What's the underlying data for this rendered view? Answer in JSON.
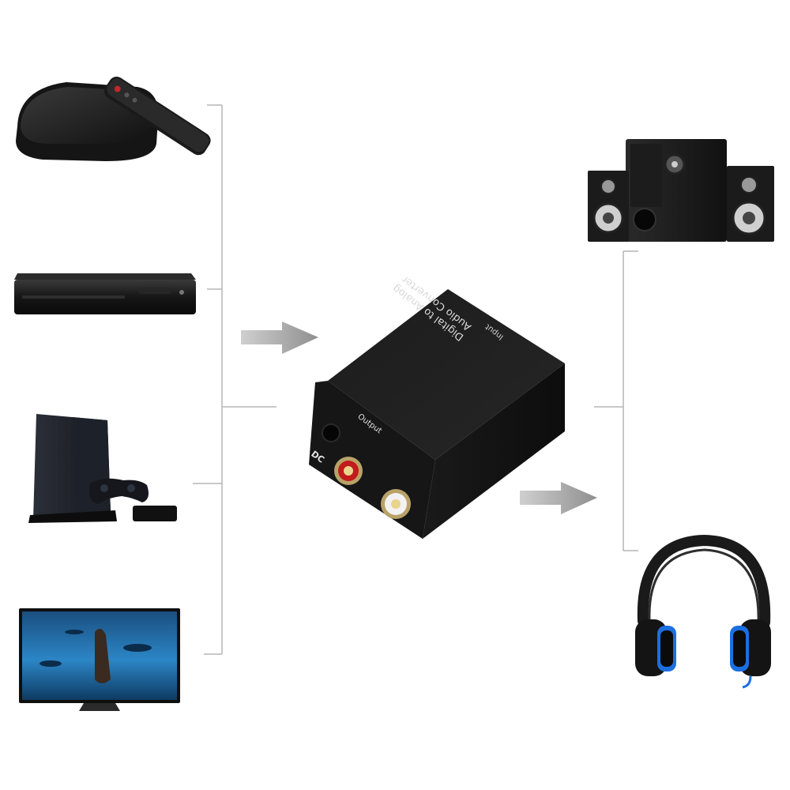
{
  "converter": {
    "title_line1": "Digital to Analog",
    "title_line2": "Audio Converter",
    "input_label": "Input",
    "output_label": "Output",
    "dc_label": "DC"
  },
  "sources": [
    {
      "icon": "tv-box-with-remote-icon"
    },
    {
      "icon": "dvd-player-icon"
    },
    {
      "icon": "game-console-icon"
    },
    {
      "icon": "television-icon"
    }
  ],
  "outputs": [
    {
      "icon": "speakers-icon"
    },
    {
      "icon": "headphones-icon"
    }
  ],
  "colors": {
    "device": "#1a1a1a",
    "line": "#b0b0b0",
    "arrow": "#9a9a9a",
    "tv_screen": "#1e6fb0",
    "headphone_accent": "#1c6fe0",
    "rca_red": "#c21b1b"
  }
}
